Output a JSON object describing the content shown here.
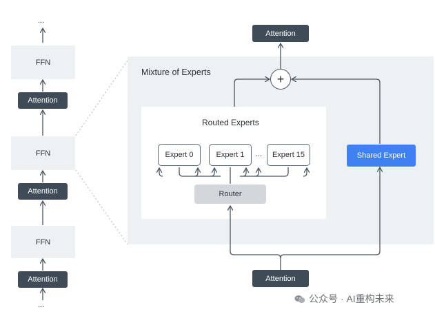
{
  "stack": {
    "top_ellipsis": "...",
    "bottom_ellipsis": "...",
    "ffn_label": "FFN",
    "attention_label": "Attention"
  },
  "moe": {
    "title": "Mixture of Experts",
    "top_attention": "Attention",
    "bottom_attention": "Attention",
    "plus": "+",
    "routed": {
      "title": "Routed Experts",
      "experts": [
        "Expert 0",
        "Expert 1",
        "Expert 15"
      ],
      "ellipsis": "...",
      "router": "Router"
    },
    "shared_expert": "Shared Expert"
  },
  "colors": {
    "dark_box": "#3f4b57",
    "panel": "#eef1f4",
    "router": "#d3d7dc",
    "shared": "#3d82f0",
    "wire": "#4a5561"
  },
  "watermark": {
    "icon": "wechat-icon",
    "text": "公众号 · AI重构未来"
  }
}
